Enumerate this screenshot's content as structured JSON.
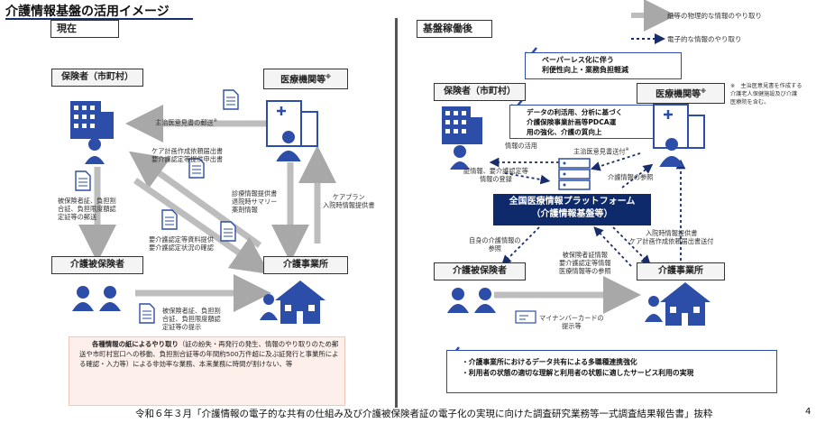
{
  "title": "介護情報基盤の活用イメージ",
  "left": {
    "section": "現在",
    "insurer": "保険者（市町村）",
    "medical": "医療機関等",
    "medical_mark": "※",
    "insured": "介護被保険者",
    "provider": "介護事業所",
    "flows": {
      "doctor_opinion": "主治医意見書の郵送",
      "doctor_mark": "※",
      "care_plan_req": "ケア計画作成依頼届出書\n要介護認定等提供申出書",
      "medical_info": "診療情報提供書\n退院時サマリー\n薬剤情報",
      "care_plan": "ケアプラン\n入院時情報提供書",
      "insurer_mail": "被保険者証、負担割\n合証、負担限度額認\n定証等の郵送",
      "cert_docs": "要介護認定等資料提供\n要介護認定状況の確認",
      "present": "被保険者証、負担割\n合証、負担限度額認\n定証等の提示"
    },
    "warning_title": "各種情報の紙によるやり取り",
    "warning_body": "（証の紛失・再発行の発生、情報のやり取りのため郵送や市町村窓口への移動、負担割合証等の年間約500万件超に及ぶ証発行と事業所による確認・入力等）による非効率な業務、本来業務に時間が割けない、等"
  },
  "right": {
    "section": "基盤稼働後",
    "legend_paper": "紙等の物理的な情報のやり取り",
    "legend_digital": "電子的な情報のやり取り",
    "note": "※　主治医意見書を作成する\n介護老人保健施設及び介護\n医療院を含む。",
    "callout1": "ペーパーレス化に伴う\n利便性向上・業務負担軽減",
    "callout2": "データの利活用、分析に基づく\n介護保険事業計画等PDCA運\n用の強化、介護の質向上",
    "insurer": "保険者（市町村）",
    "medical": "医療機関等",
    "medical_mark": "※",
    "insured": "介護被保険者",
    "provider": "介護事業所",
    "platform_line1": "全国医療情報プラットフォーム",
    "platform_line2": "（介護情報基盤等）",
    "flows": {
      "info_use": "情報の活用",
      "doctor_opinion": "主治医意見書送付",
      "doctor_mark": "※",
      "cert_register": "証情報、要介護認定等\n情報の登録",
      "bunbo": "介護情報の参照",
      "self_ref": "自身の介護情報の\n参照",
      "hosp_info": "入院時情報提供書\nケア計画作成依頼届出書送付",
      "cert_ref": "被保険者証情報\n要介護認定等情報\n医療情報等の参照",
      "mynumber": "マイナンバーカードの\n提示等"
    },
    "bottom1": "介護事業所におけるデータ共有による多職種連携強化",
    "bottom2": "利用者の状態の適切な理解と利用者の状態に適したサービス利用の実現"
  },
  "footer": "令和６年３月「介護情報の電子的な共有の仕組み及び介護被保険者証の電子化の実現に向けた調査研究業務等一式調査結果報告書」抜粋",
  "page_number": "4",
  "colors": {
    "navy": "#0f2a6b",
    "accent_blue": "#2c4aa8",
    "icon_blue": "#2d4ea8",
    "arrow_gray": "#b5b5b5",
    "warn_bg": "#fdf0ea"
  }
}
